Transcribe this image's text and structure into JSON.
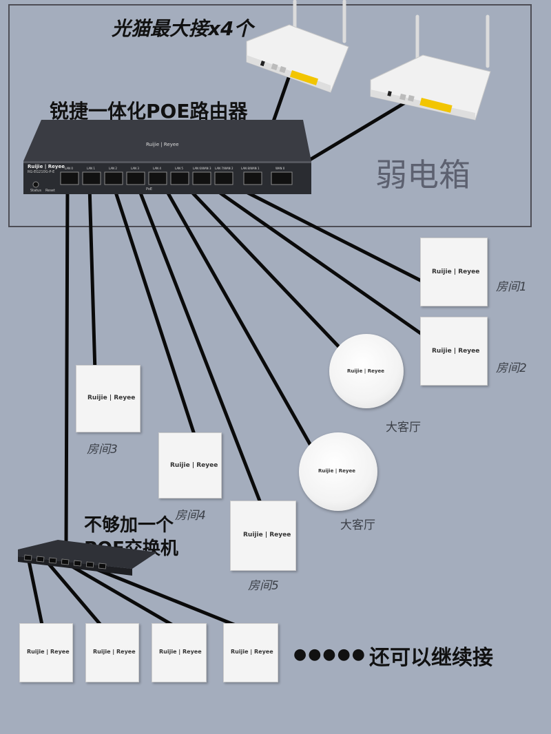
{
  "labels": {
    "modem": "光猫最大接x4个",
    "router": "锐捷一体化POE路由器",
    "weak_box": "弱电箱",
    "switch_line1": "不够加一个",
    "switch_line2": "POE交换机",
    "continue": "还可以继续接",
    "dots": "●●●●●"
  },
  "rooms": {
    "room1": "房间1",
    "room2": "房间2",
    "room3": "房间3",
    "room4": "房间4",
    "room5": "房间5",
    "living1": "大客厅",
    "living2": "大客厅"
  },
  "router": {
    "brand": "Ruijie | Reyee",
    "model": "RG-EG210G-P-E",
    "ports": [
      "LAN 0",
      "LAN 1",
      "LAN 2",
      "LAN 3",
      "LAN 4",
      "LAN 5",
      "LAN 6/WAN 3",
      "LAN 7/WAN 2",
      "LAN 8/WAN 1",
      "WAN 0"
    ],
    "status": "Status",
    "reset": "Reset",
    "poe": "PoE"
  },
  "ap_brand": "Ruijie | Reyee",
  "colors": {
    "background": "#a4adbd",
    "router": "#2e3036",
    "cable": "#0a0a0a",
    "device": "#f4f4f4"
  }
}
